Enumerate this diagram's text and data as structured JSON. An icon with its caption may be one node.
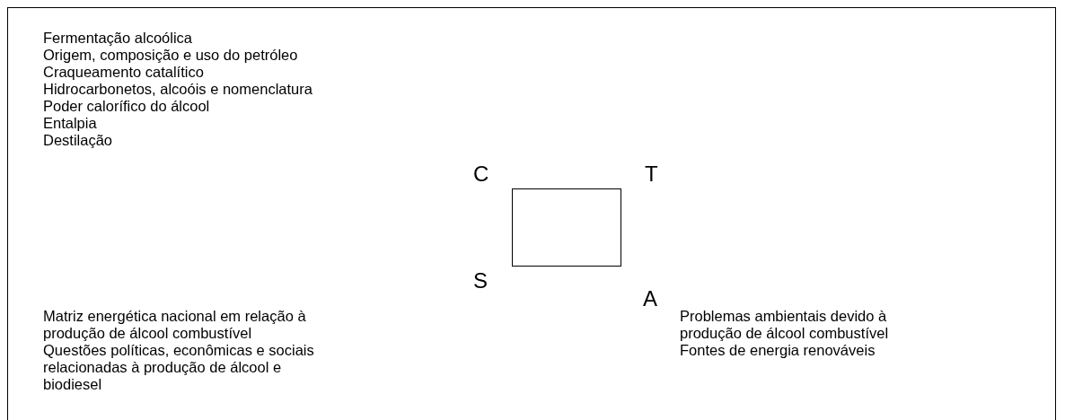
{
  "diagram": {
    "nodes": [
      {
        "text": [],
        "shape": "box"
      }
    ],
    "labels": [
      "Fermentação alcoólica",
      "Origem, composição e uso do petróleo",
      "Craqueamento catalítico",
      "Hidrocarbonetos, alcoóis e nomenclatura",
      "Poder calorífico do álcool",
      "Entalpia",
      "Destilação",
      "C",
      "T",
      "S",
      "A",
      "Matriz energética nacional em relação à produção de álcool combustível",
      "Questões políticas, econômicas e sociais relacionadas à produção de álcool e biodiesel",
      "Problemas ambientais devido à produção de álcool combustível",
      "Fontes de energia renováveis"
    ]
  }
}
